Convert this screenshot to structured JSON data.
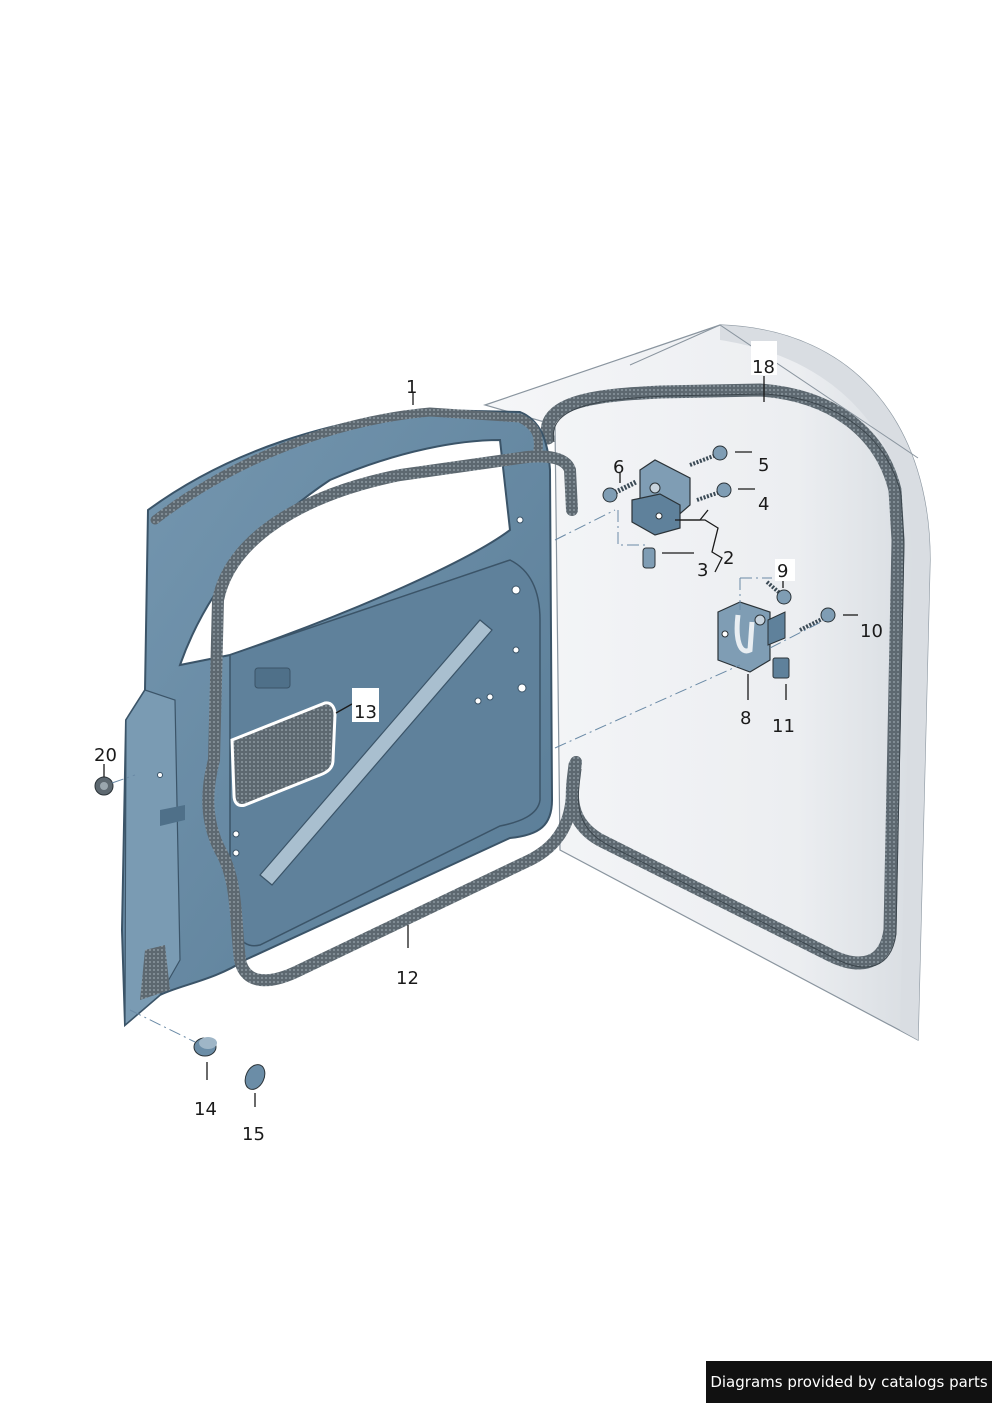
{
  "callouts": [
    "1",
    "2",
    "3",
    "4",
    "5",
    "6",
    "8",
    "9",
    "10",
    "11",
    "12",
    "13",
    "14",
    "15",
    "18",
    "20"
  ],
  "footer_text": "Diagrams provided by catalogs parts",
  "colors": {
    "door_panel": "#6b8da7",
    "door_panel_dark": "#4f7089",
    "door_edge": "#3b5468",
    "seal": "#55626b",
    "body_shell": "#eef0f3",
    "body_shadow": "#d9dde2",
    "hardware": "#7f9db4"
  }
}
